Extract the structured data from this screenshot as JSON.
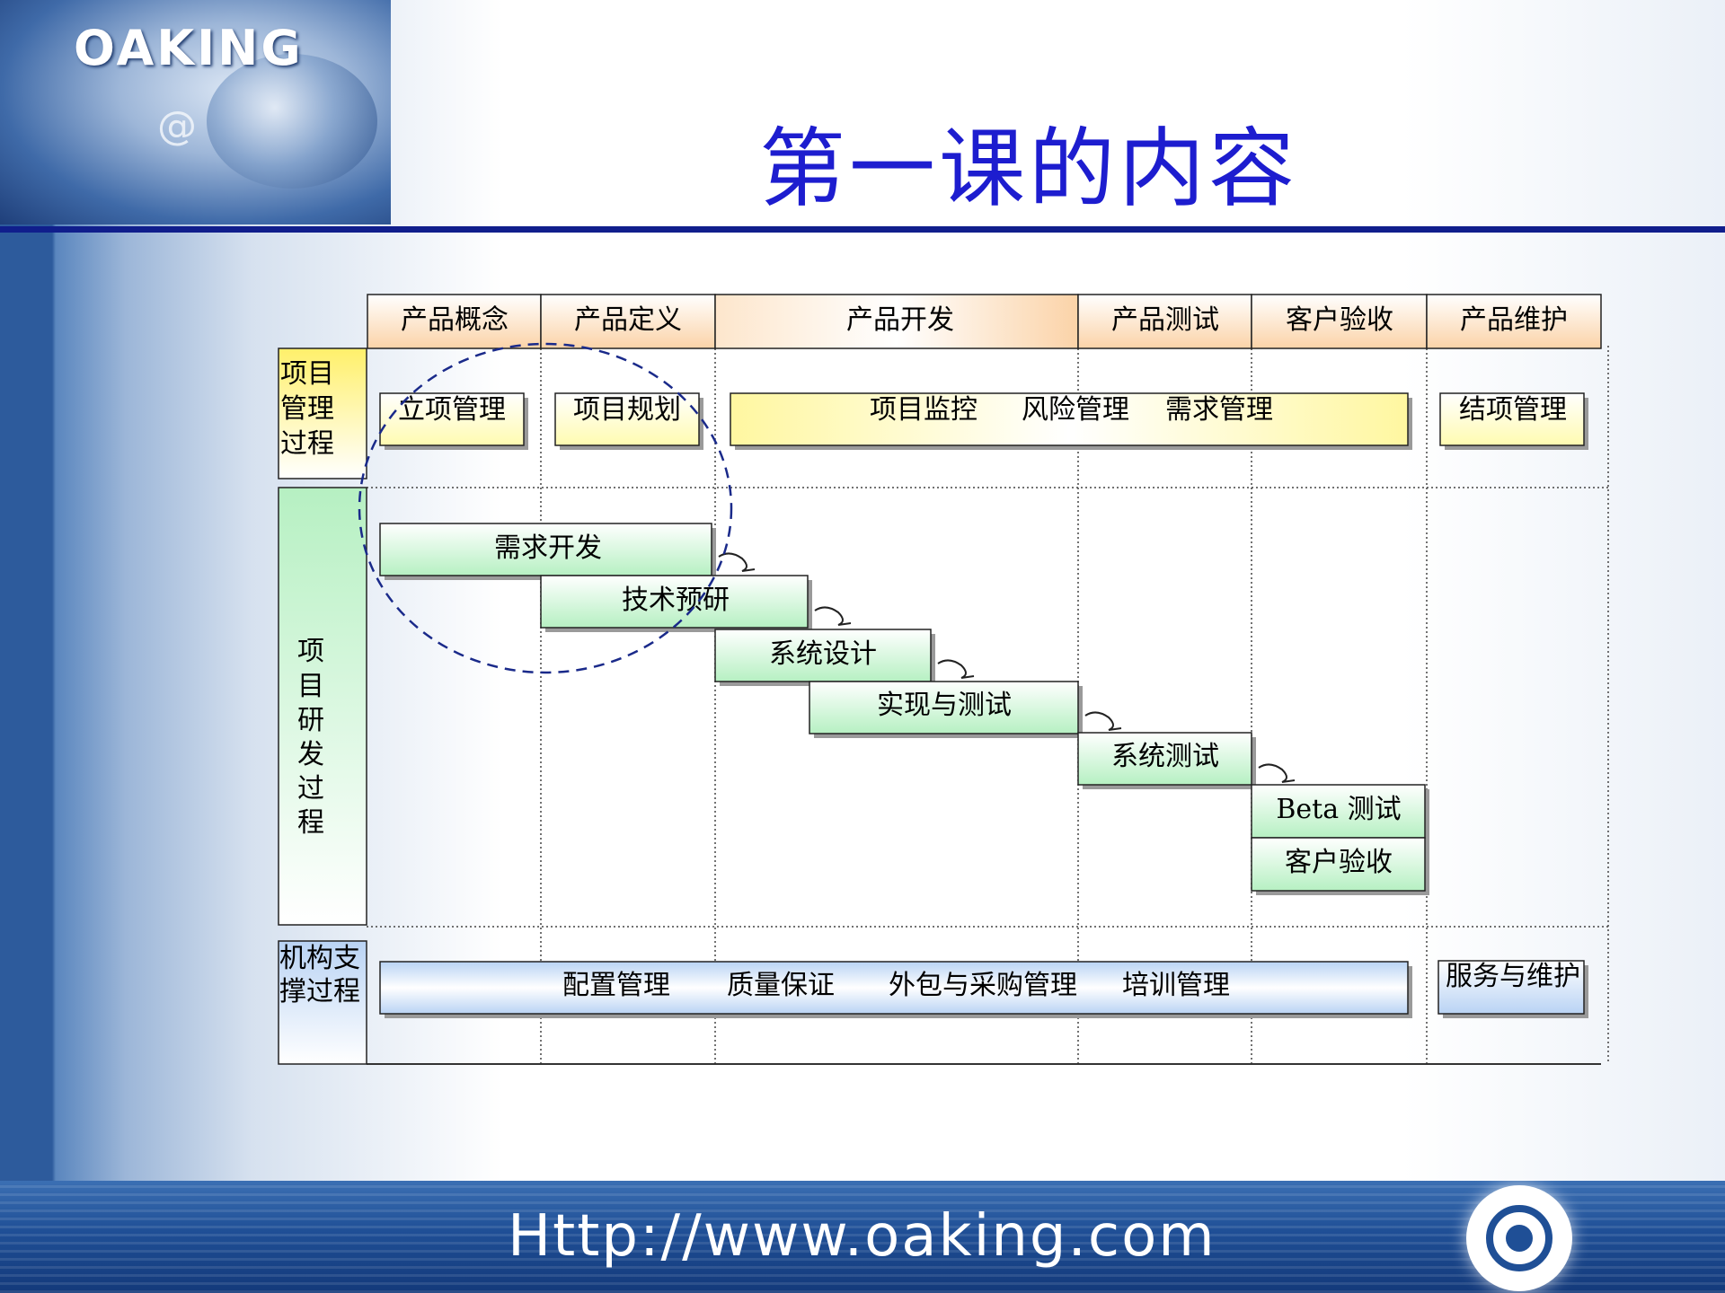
{
  "logo": {
    "text": "OAKING",
    "at": "@"
  },
  "title": "第一课的内容",
  "phases": [
    "产品概念",
    "产品定义",
    "产品开发",
    "产品测试",
    "客户验收",
    "产品维护"
  ],
  "row_labels": {
    "pm": [
      "项目",
      "管理",
      "过程"
    ],
    "dev": [
      "项",
      "目",
      "研",
      "发",
      "过",
      "程"
    ],
    "org": [
      "机构支",
      "撑过程"
    ]
  },
  "pm_boxes": {
    "initiate": "立项管理",
    "planning": "项目规划",
    "monitor": "项目监控",
    "risk": "风险管理",
    "requirements": "需求管理",
    "closure": "结项管理"
  },
  "dev_steps": {
    "req_dev": "需求开发",
    "tech_research": "技术预研",
    "system_design": "系统设计",
    "implement_test": "实现与测试",
    "system_test": "系统测试",
    "beta_test": "Beta 测试",
    "customer_accept": "客户验收"
  },
  "org_boxes": {
    "config": "配置管理",
    "quality": "质量保证",
    "outsourcing": "外包与采购管理",
    "training": "培训管理",
    "service": "服务与维护"
  },
  "footer": {
    "url": "Http://www.oaking.com"
  },
  "colors": {
    "title": "#1d1dcf",
    "rule": "#101e8c",
    "header_fill": "#fbd3a8",
    "pm_fill": "#fffbb0",
    "dev_fill": "#b6f0c2",
    "org_fill": "#b9d3f4",
    "circle": "#1a2a8a"
  }
}
